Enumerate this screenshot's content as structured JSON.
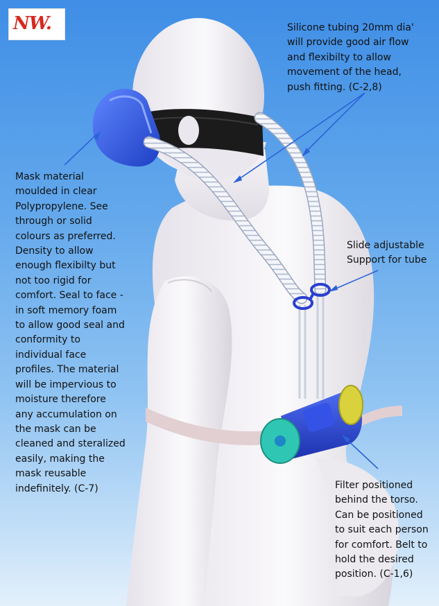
{
  "logo": {
    "text": "NW."
  },
  "callouts": {
    "tubing": "Silicone tubing 20mm dia'\nwill provide good air flow\nand flexibilty to allow\nmovement of the head,\npush fitting. (C-2,8)",
    "mask": "Mask material\nmoulded in clear\nPolypropylene. See\nthrough or solid\ncolours as preferred.\nDensity to allow\nenough flexibilty but\nnot too rigid for\ncomfort. Seal to face -\nin soft memory foam\nto allow good seal and\nconformity to\nindividual face\nprofiles. The material\nwill be impervious to\nmoisture therefore\nany accumulation on\nthe mask can be\ncleaned and steralized\neasily, making the\nmask reusable\nindefinitely. (C-7)",
    "support": "Slide adjustable\nSupport for tube",
    "filter": "Filter positioned\nbehind the torso.\nCan be positioned\nto suit each person\nfor comfort. Belt to\nhold the desired\nposition. (C-1,6)"
  },
  "colors": {
    "background_top": "#3f8ee6",
    "background_bottom": "#e3f0fb",
    "mannequin": "#f3f1f5",
    "mask": "#2e58e0",
    "strap": "#1b1b1b",
    "filter_body": "#2d47d8",
    "filter_cap": "#2fc7b3",
    "filter_end": "#d9d23c",
    "leader_line": "#2b63d8",
    "logo": "#d8281f"
  }
}
